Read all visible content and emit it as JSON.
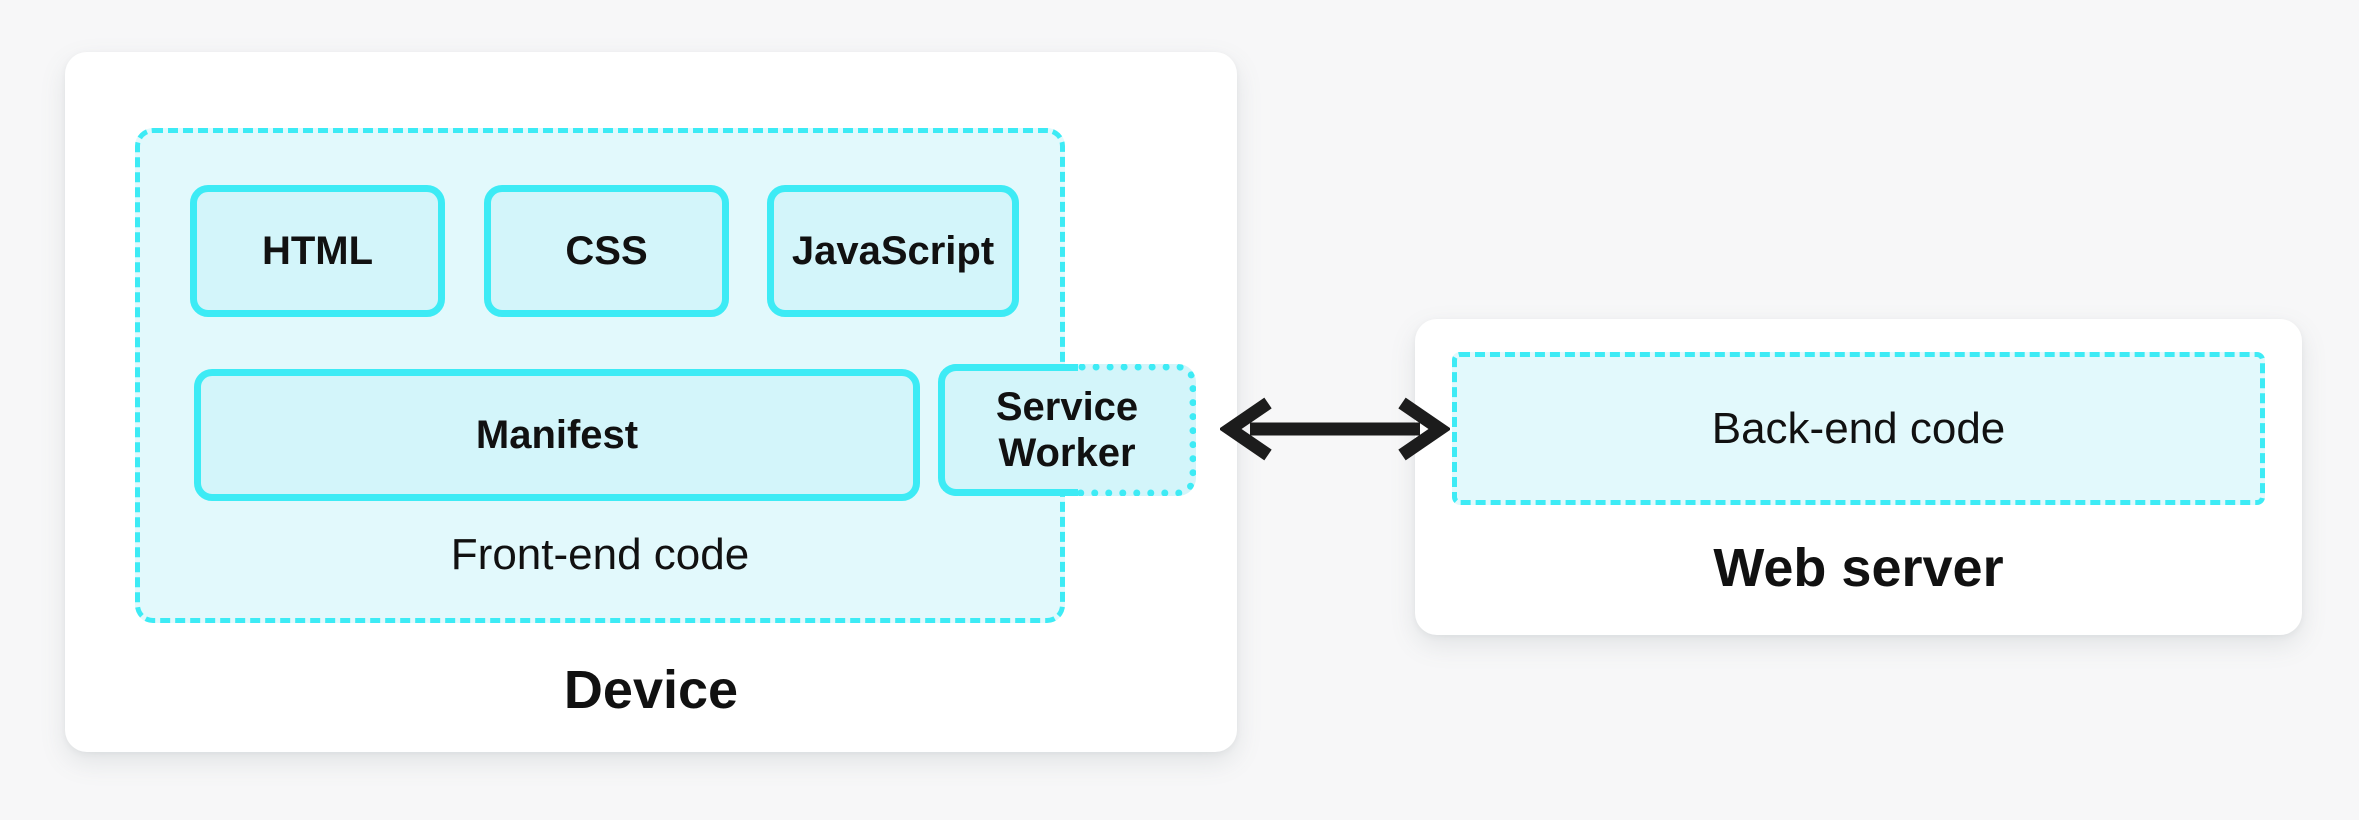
{
  "diagram": {
    "device": {
      "label": "Device"
    },
    "frontend": {
      "label": "Front-end code",
      "html": "HTML",
      "css": "CSS",
      "javascript": "JavaScript",
      "manifest": "Manifest",
      "service_worker": "Service Worker"
    },
    "web_server": {
      "label": "Web server",
      "backend": "Back-end code"
    },
    "connector": {
      "type": "double-headed-arrow"
    },
    "colors": {
      "accent": "#3DEBF5",
      "panel_fill": "#E2F9FC",
      "box_fill": "#D3F5FA",
      "arrow": "#1C1C1C",
      "background": "#F7F7F8"
    }
  }
}
